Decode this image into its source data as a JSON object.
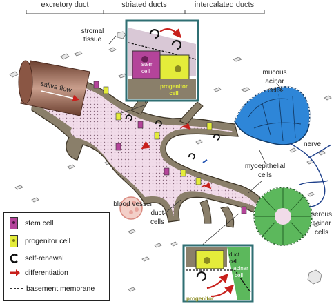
{
  "header": {
    "excretory": "excretory duct",
    "striated": "striated ducts",
    "intercalated": "intercalated ducts"
  },
  "labels": {
    "stromal_tissue": "stromal\ntissue",
    "saliva_flow": "saliva flow",
    "mucous_acinar": "mucous\nacinar\ncells",
    "nerve": "nerve",
    "myoepithelial": "myoepithelial\ncells",
    "serous_acinar": "serous\nacinar\ncells",
    "duct_cells": "duct\ncells",
    "blood_vessel": "blood\nvessel"
  },
  "inset_top": {
    "stem_cell": "stem\ncell",
    "progenitor_cell": "progenitor\ncell"
  },
  "inset_bottom": {
    "duct_cell": "duct\ncell",
    "acinar_cell": "acinar\ncell",
    "progenitor": "progenitor"
  },
  "legend": {
    "items": [
      {
        "label": "stem cell",
        "icon": "stem-cell-swatch"
      },
      {
        "label": "progenitor cell",
        "icon": "progenitor-cell-swatch"
      },
      {
        "label": "self-renewal",
        "icon": "self-renewal-arrow-icon"
      },
      {
        "label": "differentiation",
        "icon": "differentiation-arrow-icon"
      },
      {
        "label": "basement membrane",
        "icon": "basement-membrane-line"
      }
    ]
  },
  "colors": {
    "stem": "#b4449a",
    "progenitor": "#e4ec3a",
    "duct_wall": "#8a7f6a",
    "lumen": "#f1dbe9",
    "mucous": "#2e86d8",
    "serous": "#5cb85c",
    "differentiation": "#c8201c",
    "inset_border": "#2f6f73"
  }
}
